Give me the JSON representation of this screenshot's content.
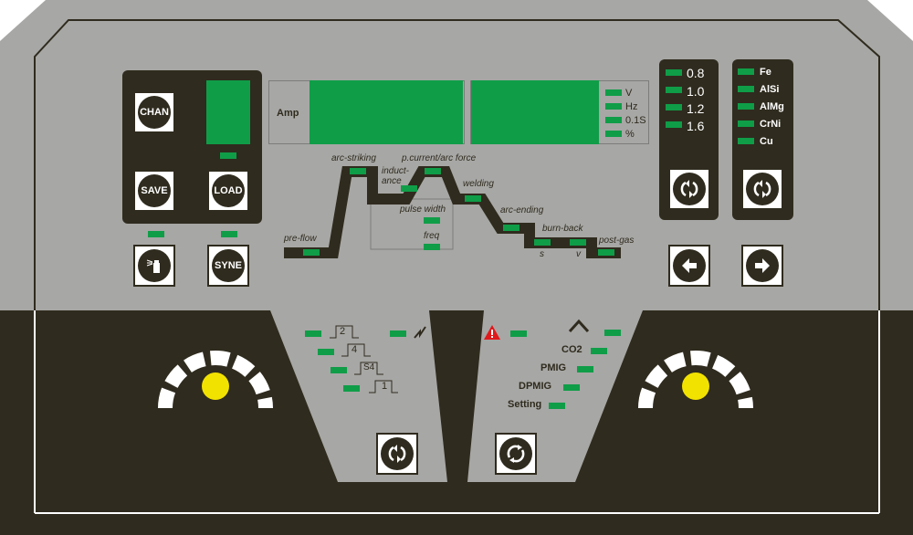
{
  "colors": {
    "panel": "#a7a7a5",
    "dark": "#2f2b1e",
    "led": "#0f9d48",
    "display": "#0f9d48",
    "knob": "#f2e200",
    "warning": "#e0191c"
  },
  "buttons": {
    "chan": "CHAN",
    "save": "SAVE",
    "load": "LOAD",
    "syne": "SYNE"
  },
  "display": {
    "amp_label": "Amp",
    "units": [
      "V",
      "Hz",
      "0.1S",
      "%"
    ]
  },
  "process": {
    "pre_flow": "pre-flow",
    "arc_striking": "arc-striking",
    "inductance_1": "induct-",
    "inductance_2": "ance",
    "p_current": "p.current/arc force",
    "welding": "welding",
    "pulse_width": "pulse width",
    "freq": "freq",
    "arc_ending": "arc-ending",
    "burn_back": "burn-back",
    "post_gas": "post-gas",
    "s": "s",
    "v": "v"
  },
  "wire_sizes": [
    "0.8",
    "1.0",
    "1.2",
    "1.6"
  ],
  "materials": [
    "Fe",
    "AlSi",
    "AlMg",
    "CrNi",
    "Cu"
  ],
  "trigger_modes": [
    "2",
    "4",
    "S4",
    "1"
  ],
  "weld_modes": [
    "CO2",
    "PMIG",
    "DPMIG",
    "Setting"
  ]
}
